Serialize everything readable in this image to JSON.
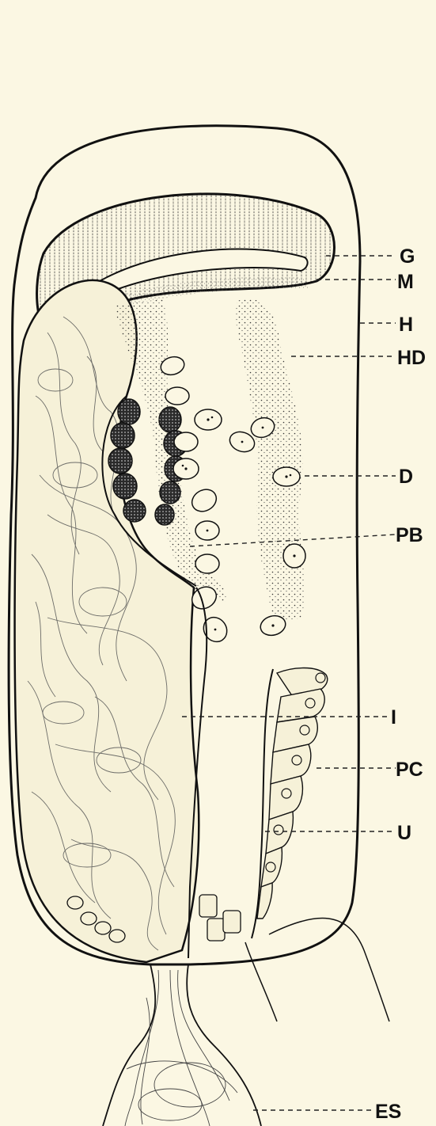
{
  "labels": {
    "G": "G",
    "M": "M",
    "H": "H",
    "HD": "HD",
    "D": "D",
    "PB": "PB",
    "I": "I",
    "PC": "PC",
    "U": "U",
    "ES": "ES"
  },
  "colors": {
    "paper": "#fbf7e3",
    "ink": "#111111"
  }
}
